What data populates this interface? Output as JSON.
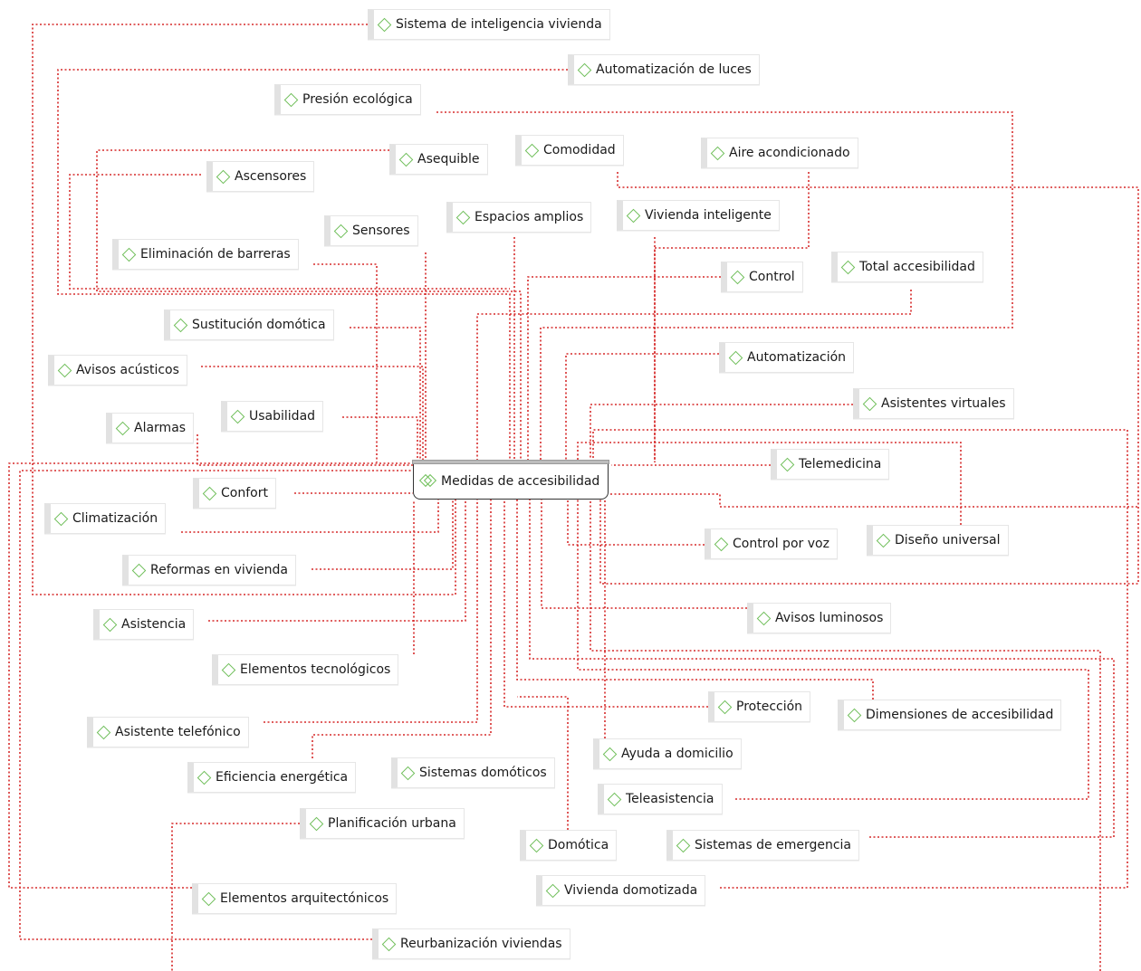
{
  "central": "Medidas de accesibilidad",
  "link_color": "#d62a2a",
  "icon_color": "#6fbf5a",
  "codes": [
    "Sistema de inteligencia vivienda",
    "Automatización de luces",
    "Presión ecológica",
    "Asequible",
    "Comodidad",
    "Aire acondicionado",
    "Ascensores",
    "Sensores",
    "Espacios amplios",
    "Vivienda inteligente",
    "Eliminación de barreras",
    "Control",
    "Total accesibilidad",
    "Sustitución domótica",
    "Avisos acústicos",
    "Automatización",
    "Asistentes virtuales",
    "Usabilidad",
    "Alarmas",
    "Telemedicina",
    "Confort",
    "Climatización",
    "Diseño universal",
    "Control por voz",
    "Reformas en vivienda",
    "Avisos luminosos",
    "Asistencia",
    "Elementos tecnológicos",
    "Protección",
    "Dimensiones de accesibilidad",
    "Asistente telefónico",
    "Ayuda a domicilio",
    "Eficiencia energética",
    "Sistemas domóticos",
    "Teleasistencia",
    "Planificación urbana",
    "Domótica",
    "Sistemas de emergencia",
    "Vivienda domotizada",
    "Elementos arquitectónicos",
    "Reurbanización viviendas"
  ]
}
